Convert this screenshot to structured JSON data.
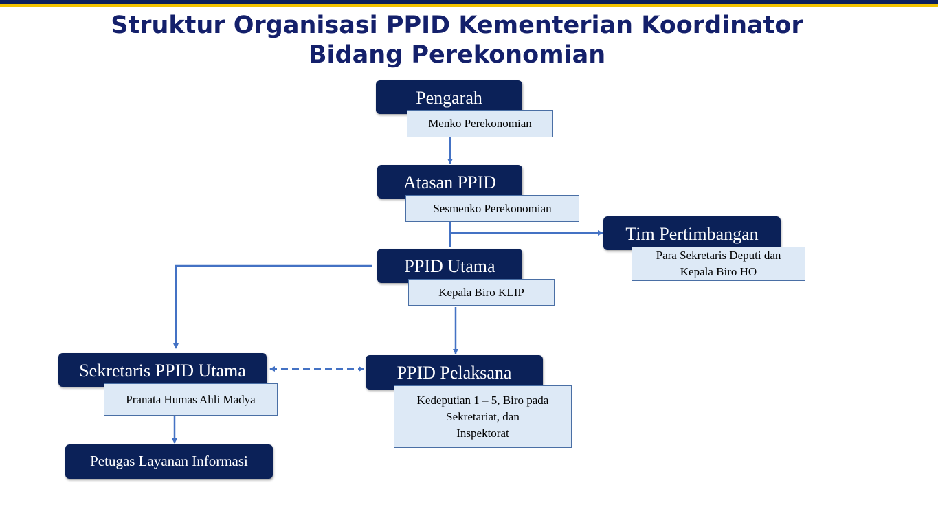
{
  "title": {
    "line1": "Struktur Organisasi PPID Kementerian Koordinator",
    "line2": "Bidang Perekonomian"
  },
  "colors": {
    "title": "#14206b",
    "box_fill": "#0b2158",
    "sub_fill": "#dde9f6",
    "connector": "#4472c4",
    "bar_navy": "#0d1f5c",
    "bar_gold": "#f2c200"
  },
  "nodes": {
    "pengarah": {
      "title": "Pengarah",
      "desc": "Menko Perekonomian"
    },
    "atasan": {
      "title": "Atasan PPID",
      "desc": "Sesmenko Perekonomian"
    },
    "tim": {
      "title": "Tim Pertimbangan",
      "desc_line1": "Para Sekretaris Deputi dan",
      "desc_line2": "Kepala Biro HO"
    },
    "utama": {
      "title": "PPID Utama",
      "desc": "Kepala Biro KLIP"
    },
    "sekretaris": {
      "title": "Sekretaris PPID Utama",
      "desc": "Pranata Humas Ahli Madya"
    },
    "pelaksana": {
      "title": "PPID Pelaksana",
      "desc_line1": "Kedeputian 1 – 5, Biro pada",
      "desc_line2": "Sekretariat, dan",
      "desc_line3": "Inspektorat"
    },
    "petugas": {
      "title": "Petugas Layanan Informasi"
    }
  }
}
